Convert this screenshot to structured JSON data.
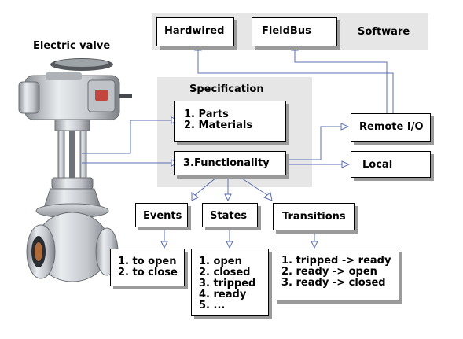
{
  "valve": {
    "title": "Electric valve"
  },
  "software": {
    "title": "Software",
    "hardwired": "Hardwired",
    "fieldbus": "FieldBus"
  },
  "specification": {
    "title": "Specification",
    "parts_lines": [
      "1. Parts",
      "2. Materials"
    ],
    "functionality": "3.Functionality"
  },
  "outputs": {
    "remote_io": "Remote I/O",
    "local": "Local"
  },
  "events": {
    "title": "Events",
    "items": [
      "1. to open",
      "2. to close"
    ]
  },
  "states": {
    "title": "States",
    "items": [
      "1. open",
      "2. closed",
      "3. tripped",
      "4. ready",
      "5. ..."
    ]
  },
  "transitions": {
    "title": "Transitions",
    "items": [
      "1. tripped -> ready",
      "2. ready -> open",
      "3. ready -> closed"
    ]
  },
  "colors": {
    "arrow": "#5a6fb3",
    "panel": "#e6e6e6",
    "shadow": "#9a9a9a"
  }
}
